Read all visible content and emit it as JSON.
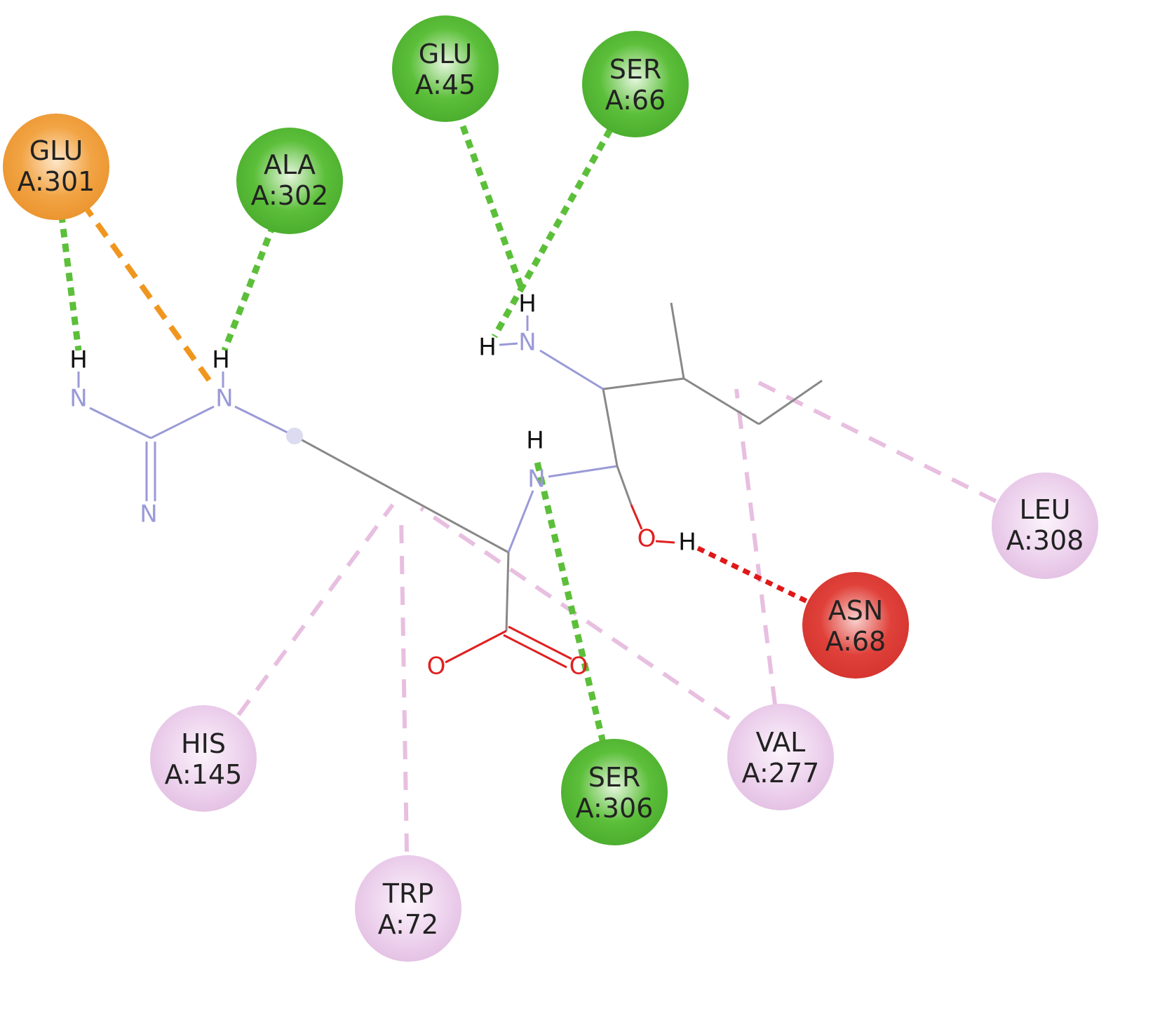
{
  "title": "Ligand–protein interaction diagram",
  "colors": {
    "hbond": "#5cbf3a",
    "salt_bridge": "#f0961e",
    "unfavorable": "#e01818",
    "alkyl": "#e8bfe0",
    "nitrogen": "#9a9ad8",
    "oxygen": "#e02020"
  },
  "residues": [
    {
      "name": "GLU",
      "id": "A:301",
      "color": "#f2a444"
    },
    {
      "name": "ALA",
      "id": "A:302",
      "color": "#5cbf3a"
    },
    {
      "name": "GLU",
      "id": "A:45",
      "color": "#5cbf3a"
    },
    {
      "name": "SER",
      "id": "A:66",
      "color": "#5cbf3a"
    },
    {
      "name": "LEU",
      "id": "A:308",
      "color": "#ecd0ec"
    },
    {
      "name": "ASN",
      "id": "A:68",
      "color": "#e0413a"
    },
    {
      "name": "VAL",
      "id": "A:277",
      "color": "#ecd0ec"
    },
    {
      "name": "SER",
      "id": "A:306",
      "color": "#5cbf3a"
    },
    {
      "name": "HIS",
      "id": "A:145",
      "color": "#ecd0ec"
    },
    {
      "name": "TRP",
      "id": "A:72",
      "color": "#ecd0ec"
    }
  ],
  "atoms": {
    "H": "H",
    "N": "N",
    "O": "O"
  }
}
